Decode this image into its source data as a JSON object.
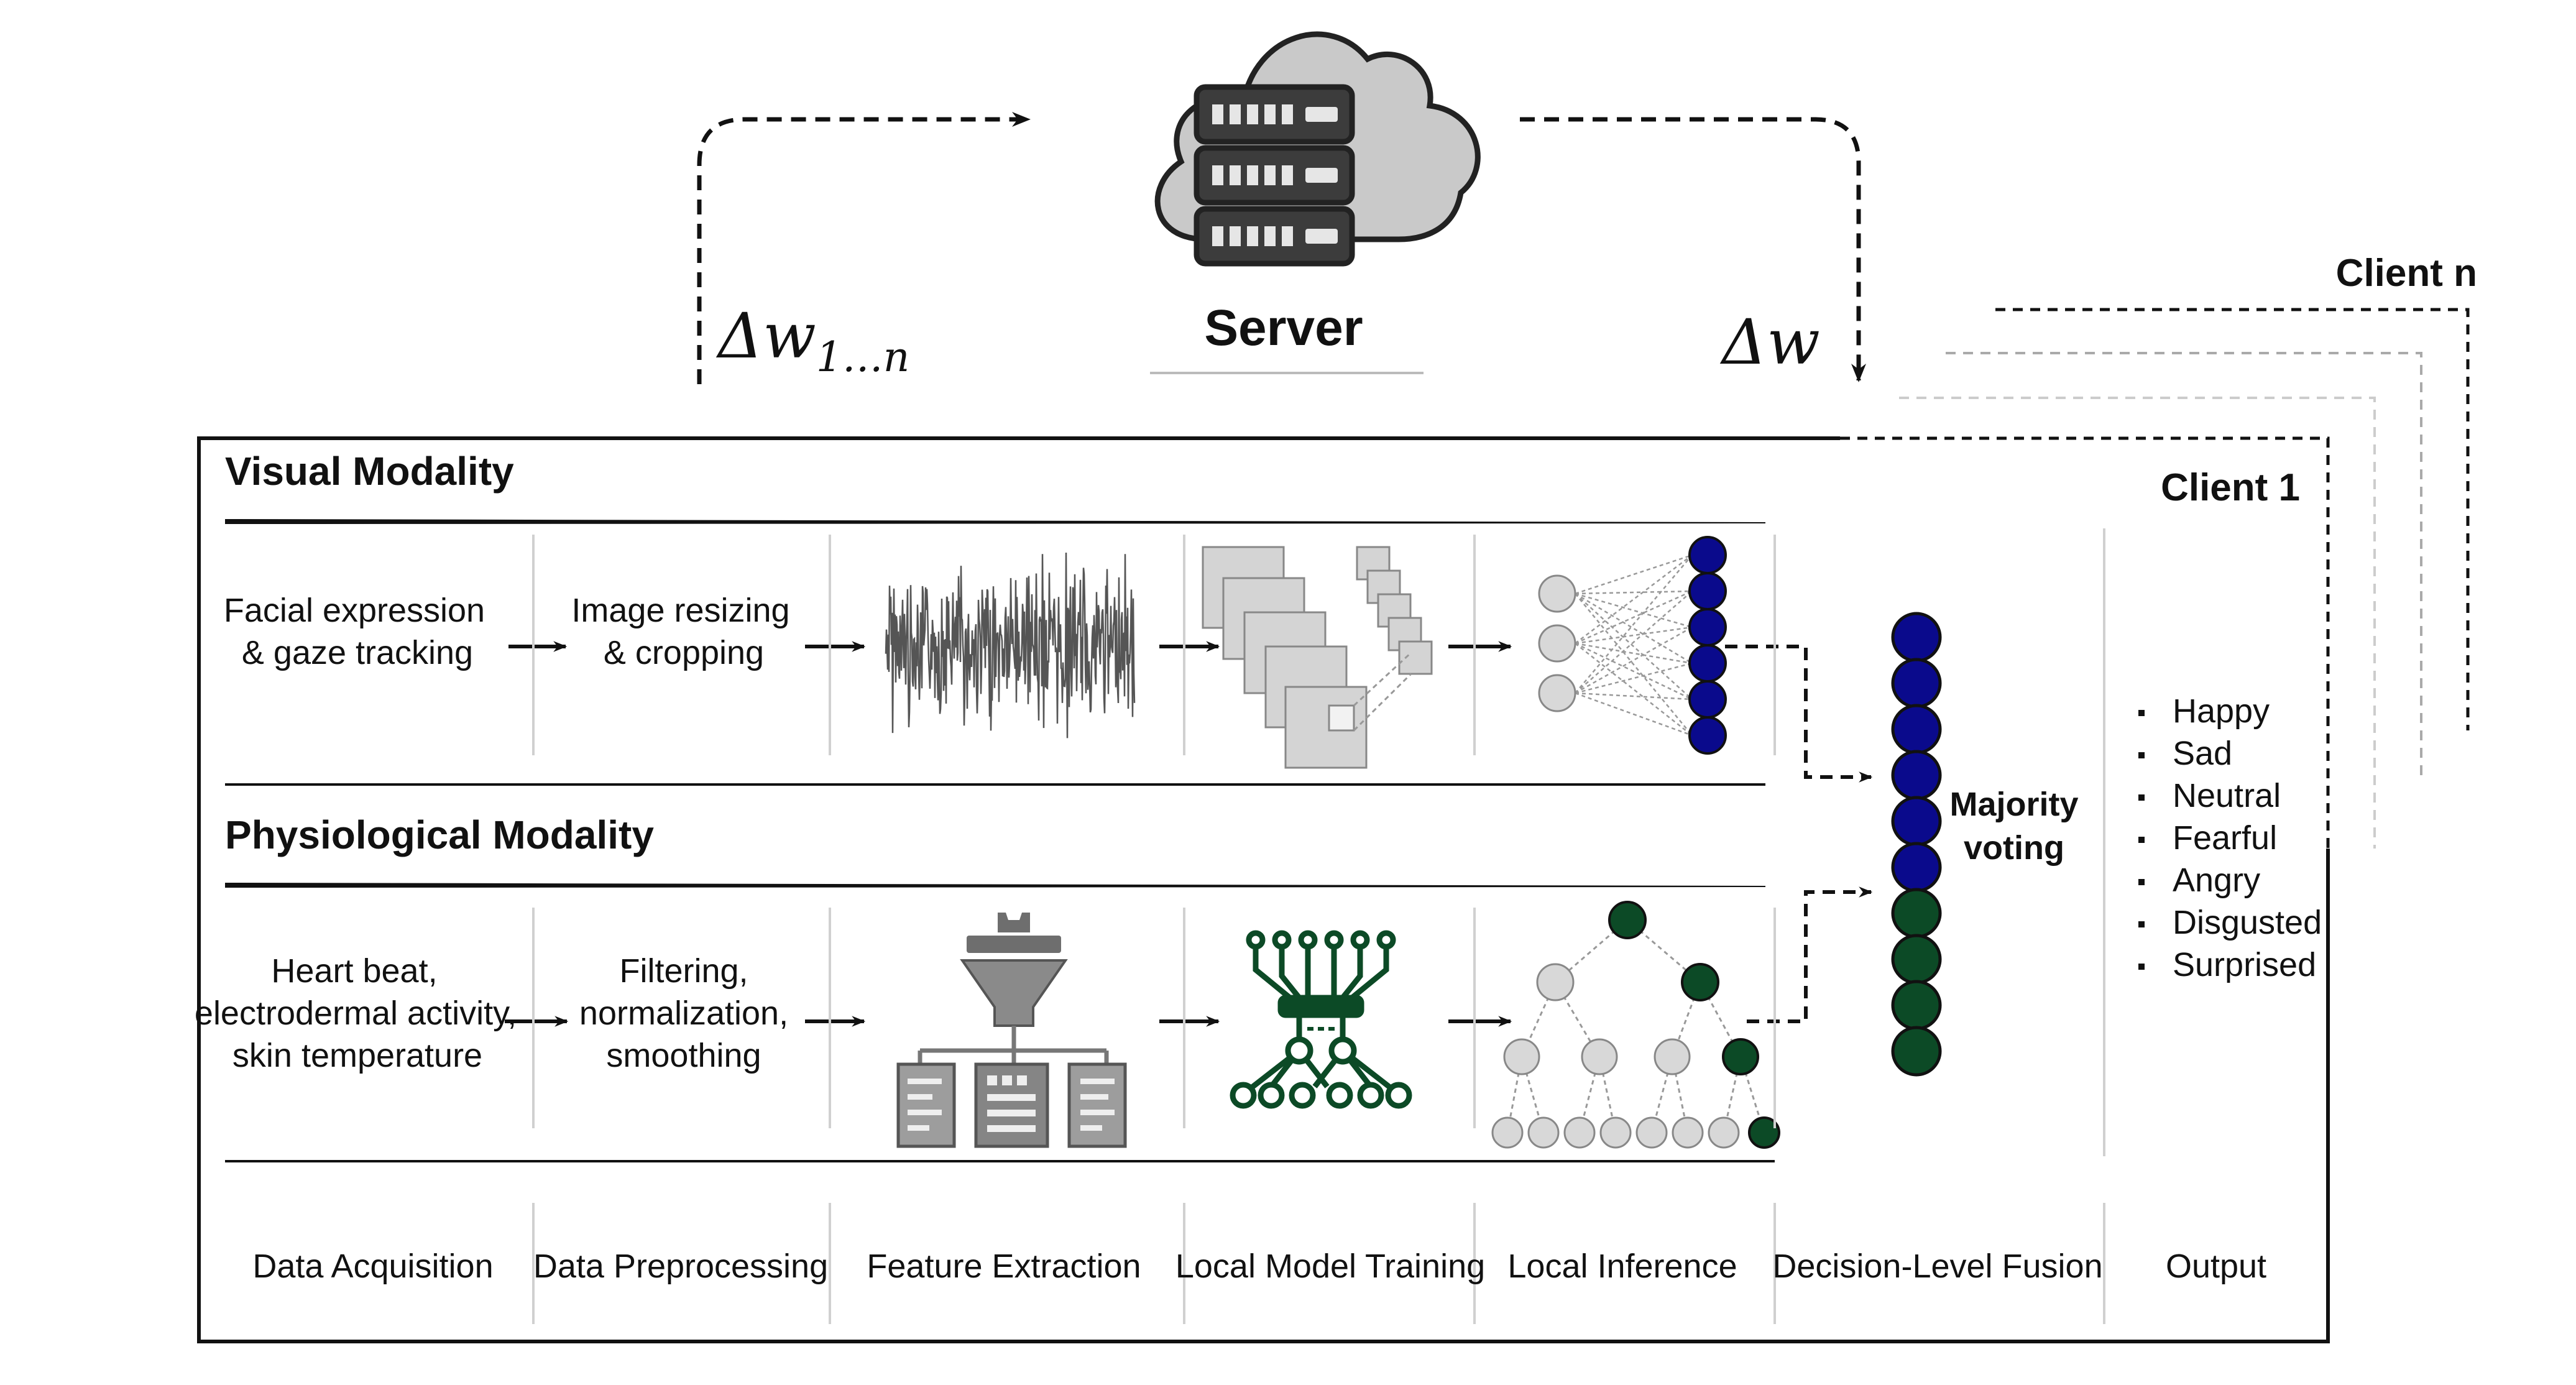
{
  "server": {
    "label": "Server",
    "upload_symbol": "Δw",
    "upload_subscript": "1…n",
    "download_symbol": "Δw"
  },
  "clients": {
    "front": "Client 1",
    "back": "Client n"
  },
  "modalities": {
    "visual": {
      "title": "Visual Modality",
      "acquisition": [
        "Facial expression",
        "& gaze tracking"
      ],
      "preprocessing": [
        "Image resizing",
        "& cropping"
      ]
    },
    "physiological": {
      "title": "Physiological Modality",
      "acquisition": [
        "Heart beat,",
        "electrodermal activity,",
        "skin temperature"
      ],
      "preprocessing": [
        "Filtering,",
        "normalization,",
        "smoothing"
      ]
    }
  },
  "fusion": {
    "label": [
      "Majority",
      "voting"
    ]
  },
  "outputs": [
    "Happy",
    "Sad",
    "Neutral",
    "Fearful",
    "Angry",
    "Disgusted",
    "Surprised"
  ],
  "stages": [
    "Data Acquisition",
    "Data Preprocessing",
    "Feature Extraction",
    "Local Model Training",
    "Local Inference",
    "Decision-Level Fusion",
    "Output"
  ],
  "colors": {
    "visual_node": "#0a0a8c",
    "physio_node": "#0c4a26",
    "inactive_node": "#d8d8d8",
    "line": "#111111",
    "server_body": "#3c3c3c",
    "cloud": "#c9c9c9"
  },
  "icons": {
    "server": "cloud-server-icon",
    "signal": "waveform-icon",
    "feature_maps": "feature-maps-icon",
    "network": "neural-network-icon",
    "filter": "funnel-filter-icon",
    "circuit": "circuit-board-icon",
    "tree": "decision-tree-icon"
  }
}
